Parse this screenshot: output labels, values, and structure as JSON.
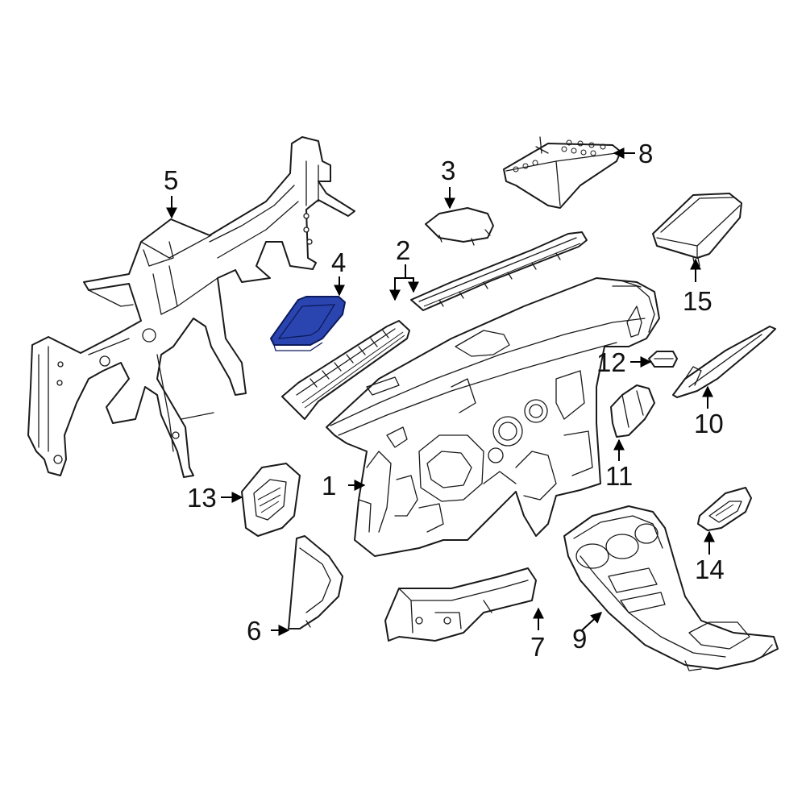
{
  "diagram": {
    "highlight_color": "#2a45b0",
    "callouts": [
      {
        "id": "1",
        "label": "1"
      },
      {
        "id": "2",
        "label": "2"
      },
      {
        "id": "3",
        "label": "3"
      },
      {
        "id": "4",
        "label": "4"
      },
      {
        "id": "5",
        "label": "5"
      },
      {
        "id": "6",
        "label": "6"
      },
      {
        "id": "7",
        "label": "7"
      },
      {
        "id": "8",
        "label": "8"
      },
      {
        "id": "9",
        "label": "9"
      },
      {
        "id": "10",
        "label": "10"
      },
      {
        "id": "11",
        "label": "11"
      },
      {
        "id": "12",
        "label": "12"
      },
      {
        "id": "13",
        "label": "13"
      },
      {
        "id": "14",
        "label": "14"
      },
      {
        "id": "15",
        "label": "15"
      }
    ]
  }
}
